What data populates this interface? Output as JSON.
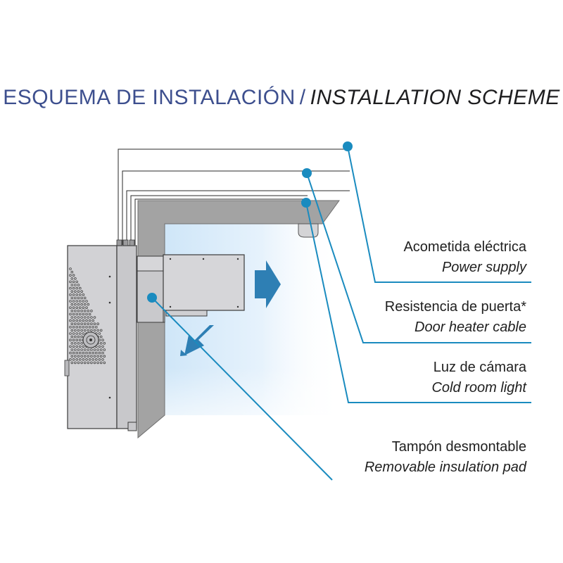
{
  "title": {
    "es": "ESQUEMA DE INSTALACIÓN",
    "separator": "/",
    "en": "INSTALLATION SCHEME"
  },
  "callouts": [
    {
      "es": "Acometida eléctrica",
      "en": "Power supply"
    },
    {
      "es": "Resistencia de puerta*",
      "en": "Door heater cable"
    },
    {
      "es": "Luz de cámara",
      "en": "Cold room light"
    },
    {
      "es": "Tampón desmontable",
      "en": "Removable insulation pad"
    }
  ],
  "colors": {
    "title_es": "#3d4f8e",
    "leader_line": "#1a8bbf",
    "arrow": "#2e7fb4",
    "wall": "#a3a3a3",
    "unit_body": "#d0d0d3",
    "cold_air": "#cfe6f8"
  }
}
